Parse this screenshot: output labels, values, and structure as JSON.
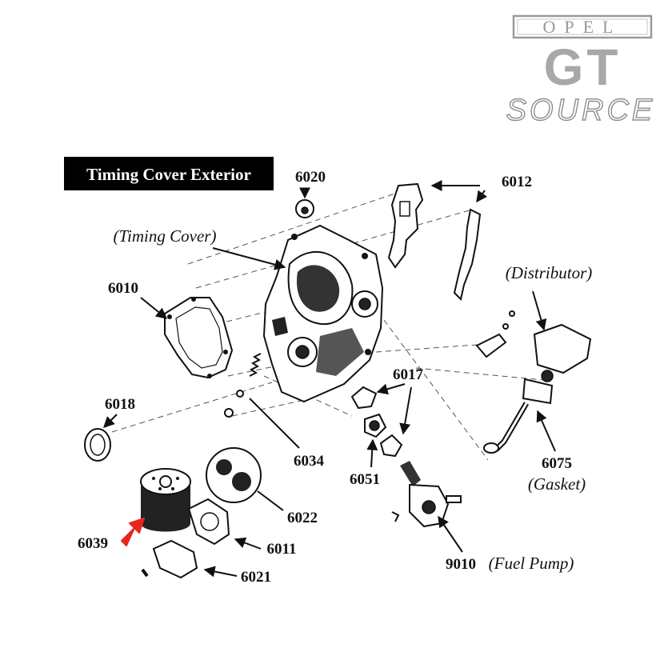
{
  "logo": {
    "brand": "OPEL",
    "model": "GT",
    "tagline": "SOURCE"
  },
  "title": "Timing Cover Exterior",
  "labels": {
    "timing_cover": "(Timing Cover)",
    "distributor": "(Distributor)",
    "gasket": "(Gasket)",
    "fuel_pump": "(Fuel Pump)"
  },
  "parts": {
    "p6020": "6020",
    "p6012": "6012",
    "p6010": "6010",
    "p6018": "6018",
    "p6017": "6017",
    "p6034": "6034",
    "p6051": "6051",
    "p6075": "6075",
    "p6022": "6022",
    "p6039": "6039",
    "p6011": "6011",
    "p6021": "6021",
    "p9010": "9010"
  },
  "colors": {
    "highlight_arrow": "#e8261e",
    "title_bg": "#000000",
    "logo_gray": "#a8a8a8"
  }
}
